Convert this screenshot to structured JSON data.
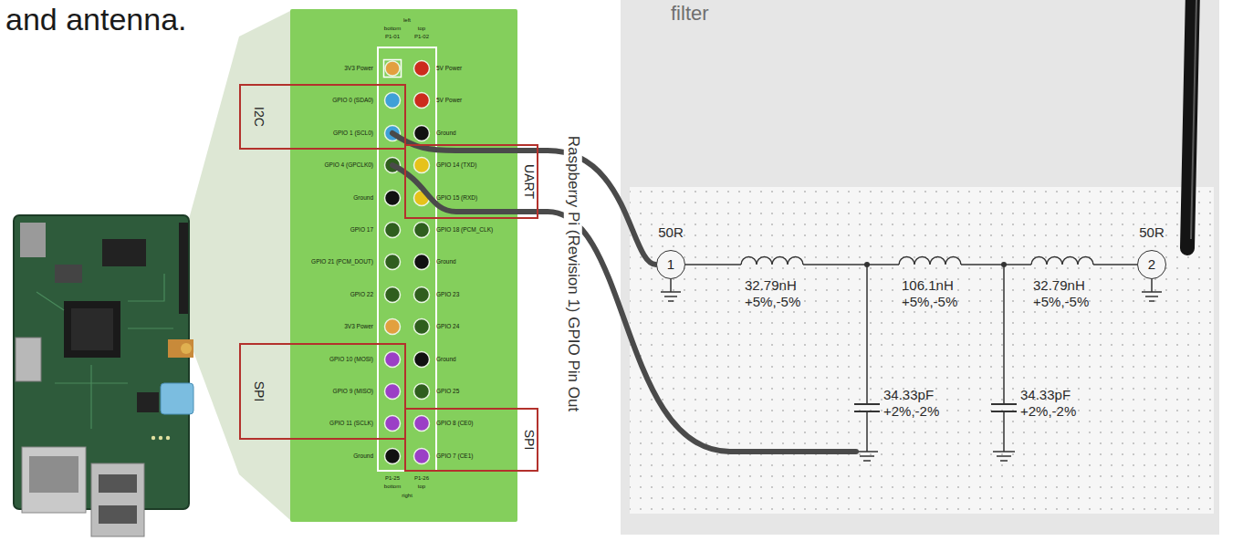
{
  "diagram": {
    "nodes": [
      {
        "text": [
          "I2C"
        ]
      },
      {
        "text": [
          "UART"
        ]
      },
      {
        "text": [
          "SPI"
        ]
      },
      {
        "text": [
          "SPI"
        ]
      },
      {
        "text": [
          "1"
        ]
      },
      {
        "text": [
          "2"
        ]
      }
    ],
    "labels": [
      "and antenna.",
      "left",
      "bottom",
      "top",
      "P1-01",
      "P1-02",
      "3V3 Power",
      "5V Power",
      "GPIO 0 (SDA0)",
      "5V Power",
      "GPIO 1 (SCL0)",
      "Ground",
      "GPIO 4 (GPCLK0)",
      "GPIO 14 (TXD)",
      "Ground",
      "GPIO 15 (RXD)",
      "GPIO 17",
      "GPIO 18 (PCM_CLK)",
      "GPIO 21 (PCM_DOUT)",
      "Ground",
      "GPIO 22",
      "GPIO 23",
      "3V3 Power",
      "GPIO 24",
      "GPIO 10 (MOSI)",
      "Ground",
      "GPIO 9 (MISO)",
      "GPIO 25",
      "GPIO 11 (SCLK)",
      "GPIO 8 (CE0)",
      "Ground",
      "GPIO 7 (CE1)",
      "P1-25",
      "P1-26",
      "bottom",
      "top",
      "right",
      "Raspberry Pi (Revision 1) GPIO Pin Out",
      "filter",
      "50R",
      "32.79nH",
      "+5%,-5%",
      "106.1nH",
      "+5%,-5%",
      "32.79nH",
      "+5%,-5%",
      "34.33pF",
      "+2%,-2%",
      "34.33pF",
      "+2%,-2%",
      "50R"
    ]
  }
}
